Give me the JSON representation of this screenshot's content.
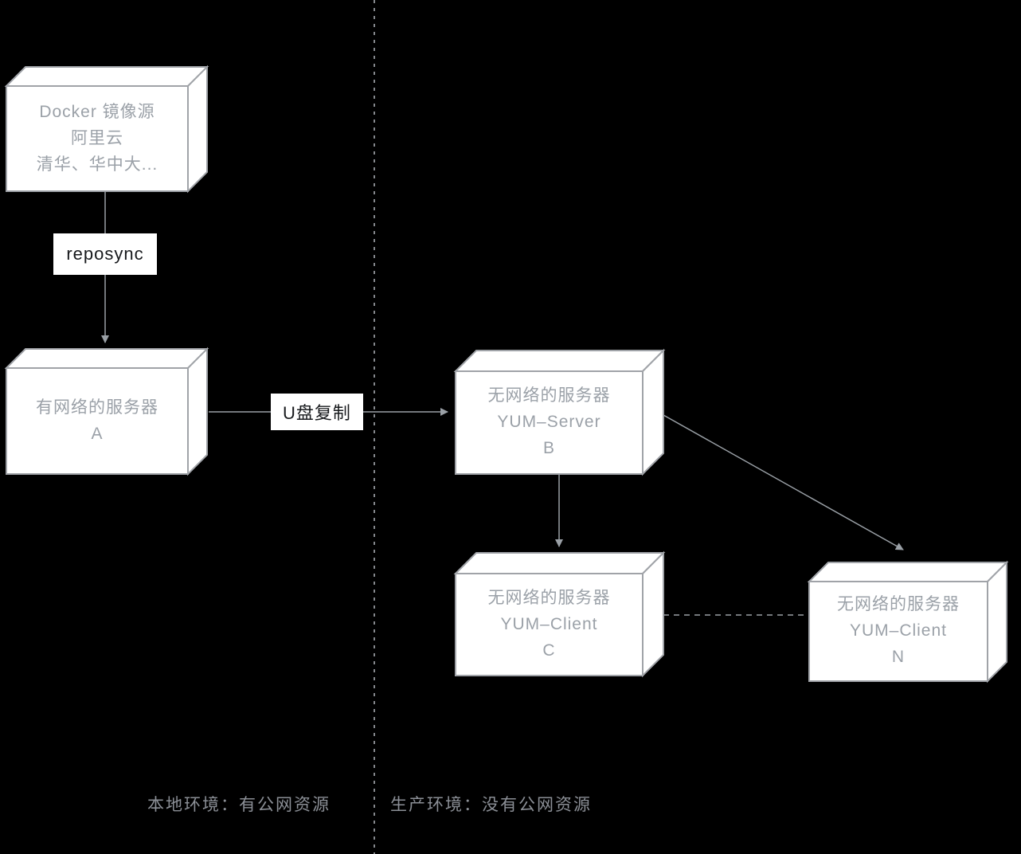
{
  "diagram": {
    "title": "yum-offline-repo-sync-diagram",
    "colors": {
      "background": "#000000",
      "box_fill": "#ffffff",
      "box_border": "#a0a3a8",
      "node_text": "#9ba1a8",
      "arrow": "#9aa0a6",
      "edge_label_text": "#17191c",
      "caption_text": "#8b8f96"
    },
    "nodes": {
      "docker_mirror": {
        "lines": [
          "Docker 镜像源",
          "阿里云",
          "清华、华中大..."
        ]
      },
      "server_a": {
        "lines": [
          "有网络的服务器",
          "A"
        ]
      },
      "yum_server_b": {
        "lines": [
          "无网络的服务器",
          "YUM–Server",
          "B"
        ]
      },
      "yum_client_c": {
        "lines": [
          "无网络的服务器",
          "YUM–Client",
          "C"
        ]
      },
      "yum_client_n": {
        "lines": [
          "无网络的服务器",
          "YUM–Client",
          "N"
        ]
      }
    },
    "edge_labels": {
      "reposync": "reposync",
      "usb_copy": "U盘复制"
    },
    "captions": {
      "local": "本地环境：有公网资源",
      "production": "生产环境：没有公网资源"
    }
  }
}
